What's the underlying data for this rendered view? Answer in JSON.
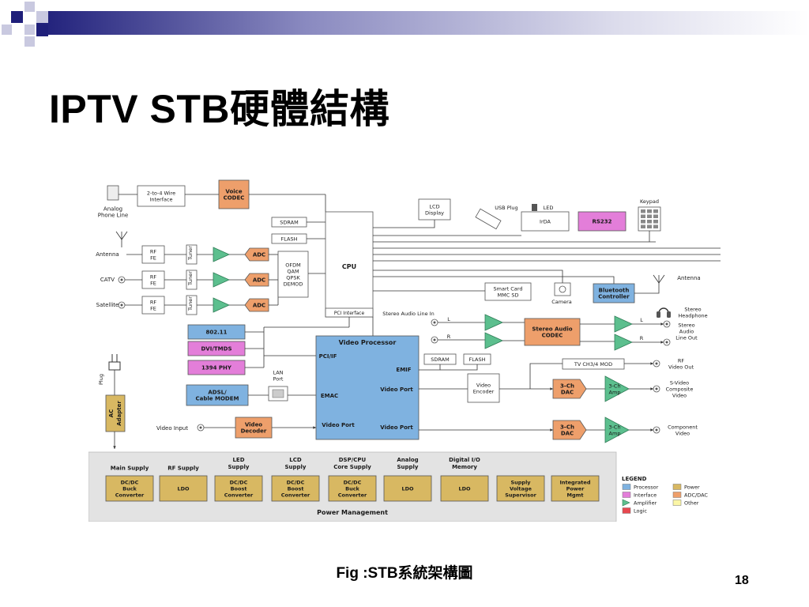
{
  "slide": {
    "title": "IPTV STB硬體結構",
    "caption": "Fig :STB系統架構圖",
    "page_number": "18"
  },
  "colors": {
    "processor": "#7fb2e0",
    "interface": "#e37ed9",
    "amplifier": "#5cbf8e",
    "logic": "#e8474f",
    "power": "#d8b862",
    "adc_dac": "#ee9f6b",
    "other": "#fbf6a6",
    "power_panel": "#e3e3e3"
  },
  "diagram": {
    "phone": {
      "wire_box": [
        "2-to-4 Wire",
        "Interface"
      ],
      "voice_codec": [
        "Voice",
        "CODEC"
      ],
      "phone_label": [
        "Analog",
        "Phone Line"
      ]
    },
    "memory": {
      "sdram": "SDRAM",
      "flash": "FLASH"
    },
    "cpu": {
      "label": "CPU",
      "pci": "PCI Interface"
    },
    "demod": [
      "OFDM",
      "QAM",
      "QPSK",
      "DEMOD"
    ],
    "inputs": [
      {
        "name": "Antenna",
        "rf": [
          "RF",
          "FE"
        ],
        "tuner": "Tuner",
        "adc": "ADC"
      },
      {
        "name": "CATV",
        "rf": [
          "RF",
          "FE"
        ],
        "tuner": "Tuner",
        "adc": "ADC"
      },
      {
        "name": "Satellite",
        "rf": [
          "RF",
          "FE"
        ],
        "tuner": "Tuner",
        "adc": "ADC"
      }
    ],
    "lcd_display": [
      "LCD",
      "Display"
    ],
    "usb_plug": "USB Plug",
    "led": "LED",
    "irda": "IrDA",
    "rs232": "RS232",
    "keypad": "Keypad",
    "smart_card": [
      "Smart Card",
      "MMC SD"
    ],
    "camera": "Camera",
    "bluetooth": [
      "Bluetooth",
      "Controller"
    ],
    "antenna_right": "Antenna",
    "stereo_line_in": "Stereo Audio Line In",
    "l_label": "L",
    "r_label": "R",
    "stereo_codec": [
      "Stereo Audio",
      "CODEC"
    ],
    "stereo_headphone": [
      "Stereo",
      "Headphone"
    ],
    "stereo_line_out": [
      "Stereo",
      "Audio",
      "Line Out"
    ],
    "interfaces": {
      "wifi": "802.11",
      "dvi": "DVI/TMDS",
      "phy1394": "1394 PHY",
      "adsl": [
        "ADSL/",
        "Cable MODEM"
      ]
    },
    "lan_port": [
      "LAN",
      "Port"
    ],
    "video_processor": {
      "title": "Video Processor",
      "pci_if": "PCI/IF",
      "emif": "EMIF",
      "emac": "EMAC",
      "video_port_out1": "Video Port",
      "video_port_in": "Video Port",
      "video_port_out2": "Video Port"
    },
    "sdram2": "SDRAM",
    "flash2": "FLASH",
    "tv_mod": "TV CH3/4 MOD",
    "rf_video_out": [
      "RF",
      "Video Out"
    ],
    "video_encoder": [
      "Video",
      "Encoder"
    ],
    "dac1": [
      "3-Ch",
      "DAC"
    ],
    "amp1": [
      "3-Ch",
      "Amp"
    ],
    "svideo": [
      "S-Video",
      "Composite",
      "Video"
    ],
    "dac2": [
      "3-Ch",
      "DAC"
    ],
    "amp2": [
      "3-Ch",
      "Amp"
    ],
    "component_video": [
      "Component",
      "Video"
    ],
    "plug": "Plug",
    "ac_adapter": [
      "AC",
      "Adapter"
    ],
    "video_input": "Video Input",
    "video_decoder": [
      "Video",
      "Decoder"
    ],
    "power": {
      "title": "Power Management",
      "supplies": [
        {
          "header": [
            "Main Supply"
          ],
          "box": [
            "DC/DC",
            "Buck",
            "Converter"
          ]
        },
        {
          "header": [
            "RF Supply"
          ],
          "box": [
            "LDO"
          ]
        },
        {
          "header": [
            "LED",
            "Supply"
          ],
          "box": [
            "DC/DC",
            "Boost",
            "Converter"
          ]
        },
        {
          "header": [
            "LCD",
            "Supply"
          ],
          "box": [
            "DC/DC",
            "Boost",
            "Converter"
          ]
        },
        {
          "header": [
            "DSP/CPU",
            "Core Supply"
          ],
          "box": [
            "DC/DC",
            "Buck",
            "Converter"
          ]
        },
        {
          "header": [
            "Analog",
            "Supply"
          ],
          "box": [
            "LDO"
          ]
        },
        {
          "header": [
            "Digital I/O",
            "Memory"
          ],
          "box": [
            "LDO"
          ]
        },
        {
          "header": [
            ""
          ],
          "box": [
            "Supply",
            "Voltage",
            "Supervisor"
          ]
        },
        {
          "header": [
            ""
          ],
          "box": [
            "Integrated",
            "Power",
            "Mgmt"
          ]
        }
      ]
    },
    "legend": {
      "title": "LEGEND",
      "items": [
        {
          "label": "Processor",
          "kind": "processor"
        },
        {
          "label": "Interface",
          "kind": "interface"
        },
        {
          "label": "Amplifier",
          "kind": "amplifier"
        },
        {
          "label": "Logic",
          "kind": "logic"
        },
        {
          "label": "Power",
          "kind": "power"
        },
        {
          "label": "ADC/DAC",
          "kind": "adc_dac"
        },
        {
          "label": "Other",
          "kind": "other"
        }
      ]
    }
  }
}
